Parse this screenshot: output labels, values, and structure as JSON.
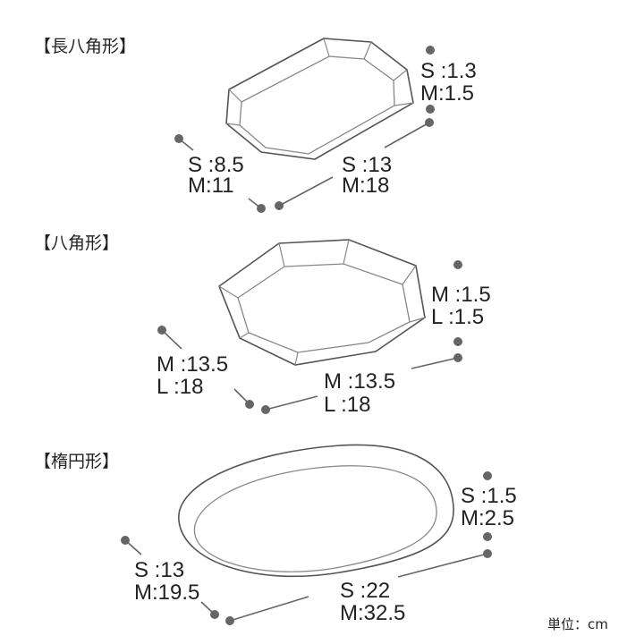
{
  "sections": [
    {
      "title": "【長八角形】",
      "height_label": [
        "S :1.3",
        "M:1.5"
      ],
      "width_label": [
        "S :8.5",
        "M:11"
      ],
      "length_label": [
        "S :13",
        "M:18"
      ]
    },
    {
      "title": "【八角形】",
      "height_label": [
        "M :1.5",
        "L  :1.5"
      ],
      "width_label": [
        "M :13.5",
        "L  :18"
      ],
      "length_label": [
        "M :13.5",
        "L  :18"
      ]
    },
    {
      "title": "【楕円形】",
      "height_label": [
        "S :1.5",
        "M:2.5"
      ],
      "width_label": [
        "S :13",
        "M:19.5"
      ],
      "length_label": [
        "S :22",
        "M:32.5"
      ]
    }
  ],
  "unit_note": "単位：cm",
  "colors": {
    "outline": "#555555",
    "dot": "#666666"
  }
}
